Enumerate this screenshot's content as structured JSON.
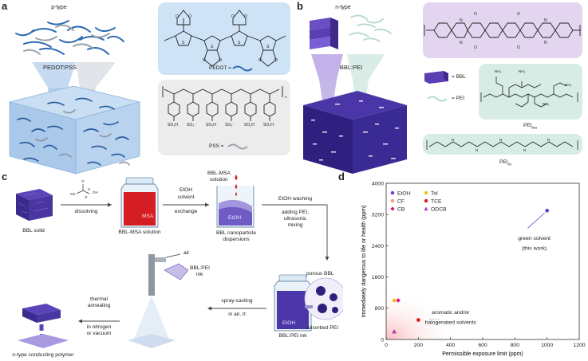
{
  "panels": {
    "a": "a",
    "b": "b",
    "c": "c",
    "d": "d"
  },
  "panel_a": {
    "ptype": "p-type",
    "blend": "PEDOT:PSS",
    "pedot_key": "PEDOT =",
    "pss_key": "PSS =",
    "so3h": "SO₃H",
    "so3m": "SO₃⁻",
    "n_sub": "n"
  },
  "panel_b": {
    "ntype": "n-type",
    "blend": "BBL:PEI",
    "bbl_key": "= BBL",
    "pei_key": "= PEI",
    "pei_bra": "PEI",
    "pei_bra_sub": "bra",
    "pei_lin": "PEI",
    "pei_lin_sub": "lin",
    "nh2": "NH₂",
    "nh": "H"
  },
  "panel_c": {
    "bbl_solid": "BBL solid",
    "dissolving": "dissolving",
    "msa_label": "MSA",
    "bbl_msa_solution": "BBL-MSA solution",
    "etoh_exchange_1": "EtOH",
    "etoh_exchange_2": "solvent",
    "etoh_exchange_3": "exchange",
    "bbl_msa_drop_1": "BBL-MSA",
    "bbl_msa_drop_2": "solution",
    "etoh_flask": "EtOH",
    "bbl_nano_1": "BBL nanoparticle",
    "bbl_nano_2": "dispersions",
    "wash_1": "EtOH washing",
    "wash_2": "adding PEI,",
    "wash_3": "ultrasonic",
    "wash_4": "mixing",
    "porous_bbl": "porous BBL",
    "adsorbed_pei": "adsorbed PEI",
    "etoh_ink": "EtOH",
    "bbl_pei_ink": "BBL:PEI ink",
    "spray_1": "spray-casting",
    "spray_2": "in air, rt",
    "air": "air",
    "ink_1": "BBL:PEI",
    "ink_2": "ink",
    "anneal_1": "thermal",
    "anneal_2": "annealing",
    "anneal_3": "in nitrogen",
    "anneal_4": "or vacuum",
    "ntype_polymer": "n-type conducting polymer"
  },
  "chart_data": {
    "type": "scatter",
    "xlabel": "Permissible exposure limit (ppm)",
    "ylabel": "Immediately dangerous to life or health (ppm)",
    "xlim": [
      0,
      1200
    ],
    "ylim": [
      0,
      4000
    ],
    "xticks": [
      "0",
      "200",
      "400",
      "600",
      "800",
      "1000",
      "1200"
    ],
    "yticks": [
      "0",
      "800",
      "1600",
      "2400",
      "3200",
      "4000"
    ],
    "legend": [
      {
        "name": "EtOH",
        "marker": "circle",
        "color": "#6b3fd6"
      },
      {
        "name": "Tol",
        "marker": "circle",
        "color": "#f2c21b"
      },
      {
        "name": "CF",
        "marker": "circle",
        "color": "#f0a08a"
      },
      {
        "name": "TCE",
        "marker": "circle",
        "color": "#d81e1e"
      },
      {
        "name": "CB",
        "marker": "diamond",
        "color": "#e0107a"
      },
      {
        "name": "ODCB",
        "marker": "triangle",
        "color": "#b23cc8"
      }
    ],
    "series": [
      {
        "name": "EtOH",
        "x": [
          1000
        ],
        "y": [
          3300
        ]
      },
      {
        "name": "Tol",
        "x": [
          50
        ],
        "y": [
          1000
        ]
      },
      {
        "name": "CF",
        "x": [
          50
        ],
        "y": [
          200
        ]
      },
      {
        "name": "TCE",
        "x": [
          200
        ],
        "y": [
          500
        ]
      },
      {
        "name": "CB",
        "x": [
          75
        ],
        "y": [
          1000
        ]
      },
      {
        "name": "ODCB",
        "x": [
          50
        ],
        "y": [
          200
        ]
      }
    ],
    "annotations": [
      {
        "text": "green solvent",
        "x": 1000,
        "y": 2550
      },
      {
        "text": "(this work)",
        "x": 1000,
        "y": 2300
      },
      {
        "text": "aromatic and/or",
        "x": 480,
        "y": 650
      },
      {
        "text": "halogenated solvents",
        "x": 480,
        "y": 400
      }
    ],
    "colors": {
      "highlight_zone": "#fbd3d3"
    }
  }
}
